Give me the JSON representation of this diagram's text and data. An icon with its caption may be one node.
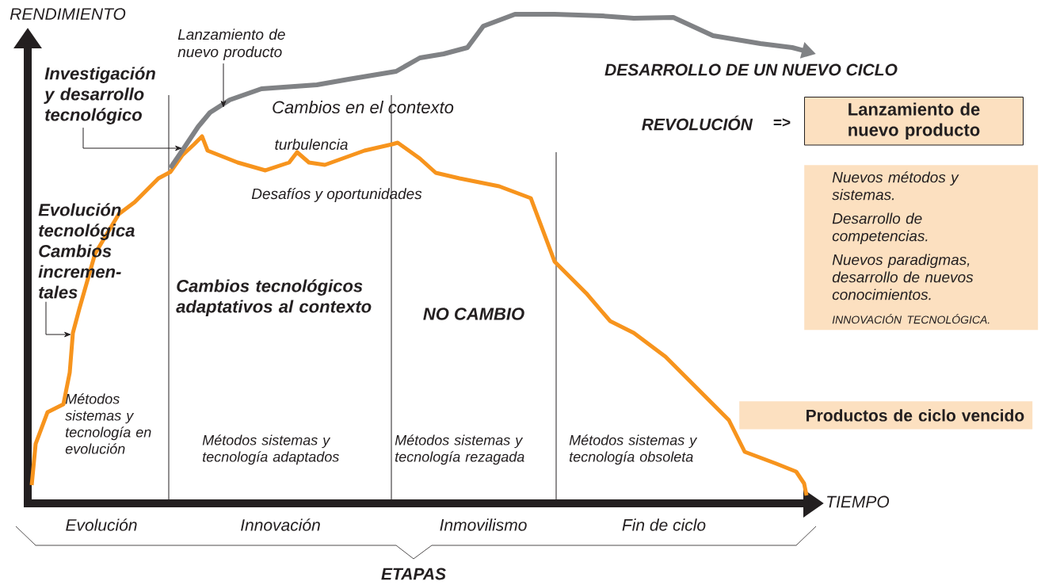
{
  "diagram": {
    "nodes": [
      {
        "text": [
          "Lanzamiento de nuevo producto"
        ]
      },
      {
        "text": [
          "Nuevos métodos y sistemas.",
          "Desarrollo de competencias.",
          "Nuevos paradigmas, desarrollo de nuevos conocimientos.",
          "INNOVACIÓN TECNOLÓGICA."
        ]
      },
      {
        "text": [
          "Productos de ciclo vencido"
        ]
      },
      {
        "text": [
          "Lanzamiento de nuevo producto"
        ]
      },
      {
        "text": [
          "Investigación y desarrollo tecnológico"
        ]
      },
      {
        "text": [
          "Evolución tecnológica Cambios incremen-tales"
        ]
      }
    ],
    "edges": [
      {
        "from": 3,
        "to": null,
        "arrow": "to"
      },
      {
        "from": 4,
        "to": null,
        "arrow": "to"
      },
      {
        "from": 5,
        "to": null,
        "arrow": "to"
      }
    ],
    "labels": [
      "RENDIMIENTO",
      "DESARROLLO DE UN NUEVO CICLO",
      "Cambios en el contexto",
      "REVOLUCIÓN",
      "=>",
      "turbulencia",
      "Desafíos y oportunidades",
      "Cambios tecnológicos adaptativos al contexto",
      "NO CAMBIO",
      "Métodos sistemas y tecnología en evolución",
      "Métodos sistemas y tecnología adaptados",
      "Métodos sistemas y tecnología rezagada",
      "Métodos sistemas y tecnología obsoleta",
      "TIEMPO",
      "Evolución",
      "Innovación",
      "Inmovilismo",
      "Fin de ciclo",
      "ETAPAS"
    ]
  }
}
